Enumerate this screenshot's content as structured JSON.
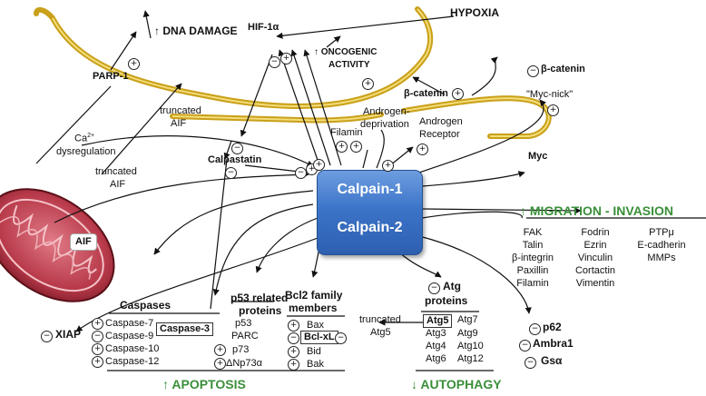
{
  "title_dna": "↑ DNA DAMAGE",
  "hypoxia": "HYPOXIA",
  "hif": "HIF-1α",
  "oncogenic": {
    "line1": "↑ ONCOGENIC",
    "line2": "ACTIVITY"
  },
  "parp": "PARP-1",
  "truncated_aif_top": {
    "line1": "truncated",
    "line2": "AIF"
  },
  "minus_beta_catenin": "β-catenin",
  "myc_nick": "\"Myc-nick\"",
  "beta_catenin": "β-catenin",
  "androgen_deprivation": {
    "line1": "Androgen-",
    "line2": "deprivation"
  },
  "androgen_receptor": {
    "line1": "Androgen",
    "line2": "Receptor"
  },
  "filamin": "Filamin",
  "ca_dysregulation": {
    "ca": "Ca",
    "sup": "2+",
    "line2": "dysregulation"
  },
  "calpastatin": "Calpastatin",
  "truncated_aif_mid": {
    "line1": "truncated",
    "line2": "AIF"
  },
  "aif": "AIF",
  "myc": "Myc",
  "calpain1": "Calpain-1",
  "calpain2": "Calpain-2",
  "migration": "↑ MIGRATION - INVASION",
  "migration_cols": [
    [
      "FAK",
      "Talin",
      "β-integrin",
      "Paxillin",
      "Filamin"
    ],
    [
      "Fodrin",
      "Ezrin",
      "Vinculin",
      "Cortactin",
      "Vimentin"
    ],
    [
      "PTPμ",
      "E-cadherin",
      "MMPs"
    ]
  ],
  "caspases": {
    "header": "Caspases",
    "items": [
      {
        "sign": "+",
        "label": "Caspase-7"
      },
      {
        "sign": "−",
        "label": "Caspase-9"
      },
      {
        "sign": "+",
        "label": "Caspase-10"
      },
      {
        "sign": "+",
        "label": "Caspase-12"
      }
    ],
    "boxed": "Caspase-3"
  },
  "p53": {
    "header1": "p53 related",
    "header2": "proteins",
    "items": [
      {
        "sign": "",
        "label": "p53"
      },
      {
        "sign": "",
        "label": "PARC"
      },
      {
        "sign": "+",
        "label": "p73"
      },
      {
        "sign": "+",
        "label": "ΔNp73α"
      }
    ]
  },
  "bcl2": {
    "header1": "Bcl2 family",
    "header2": "members",
    "items": [
      {
        "sign": "+",
        "label": "Bax"
      },
      {
        "sign": "−",
        "label": "Bcl-xL"
      },
      {
        "sign": "+",
        "label": "Bid"
      },
      {
        "sign": "+",
        "label": "Bak"
      }
    ]
  },
  "truncated_atg5": {
    "line1": "truncated",
    "line2": "Atg5"
  },
  "atg": {
    "header1": "Atg",
    "header2": "proteins",
    "col1": [
      "Atg5",
      "Atg3",
      "Atg4",
      "Atg6"
    ],
    "col2": [
      "Atg7",
      "Atg9",
      "Atg10",
      "Atg12"
    ]
  },
  "autophagy_minus": [
    "p62",
    "Ambra1",
    "Gsα"
  ],
  "xiap": "XIAP",
  "apoptosis": "↑ APOPTOSIS",
  "autophagy": "↓ AUTOPHAGY"
}
